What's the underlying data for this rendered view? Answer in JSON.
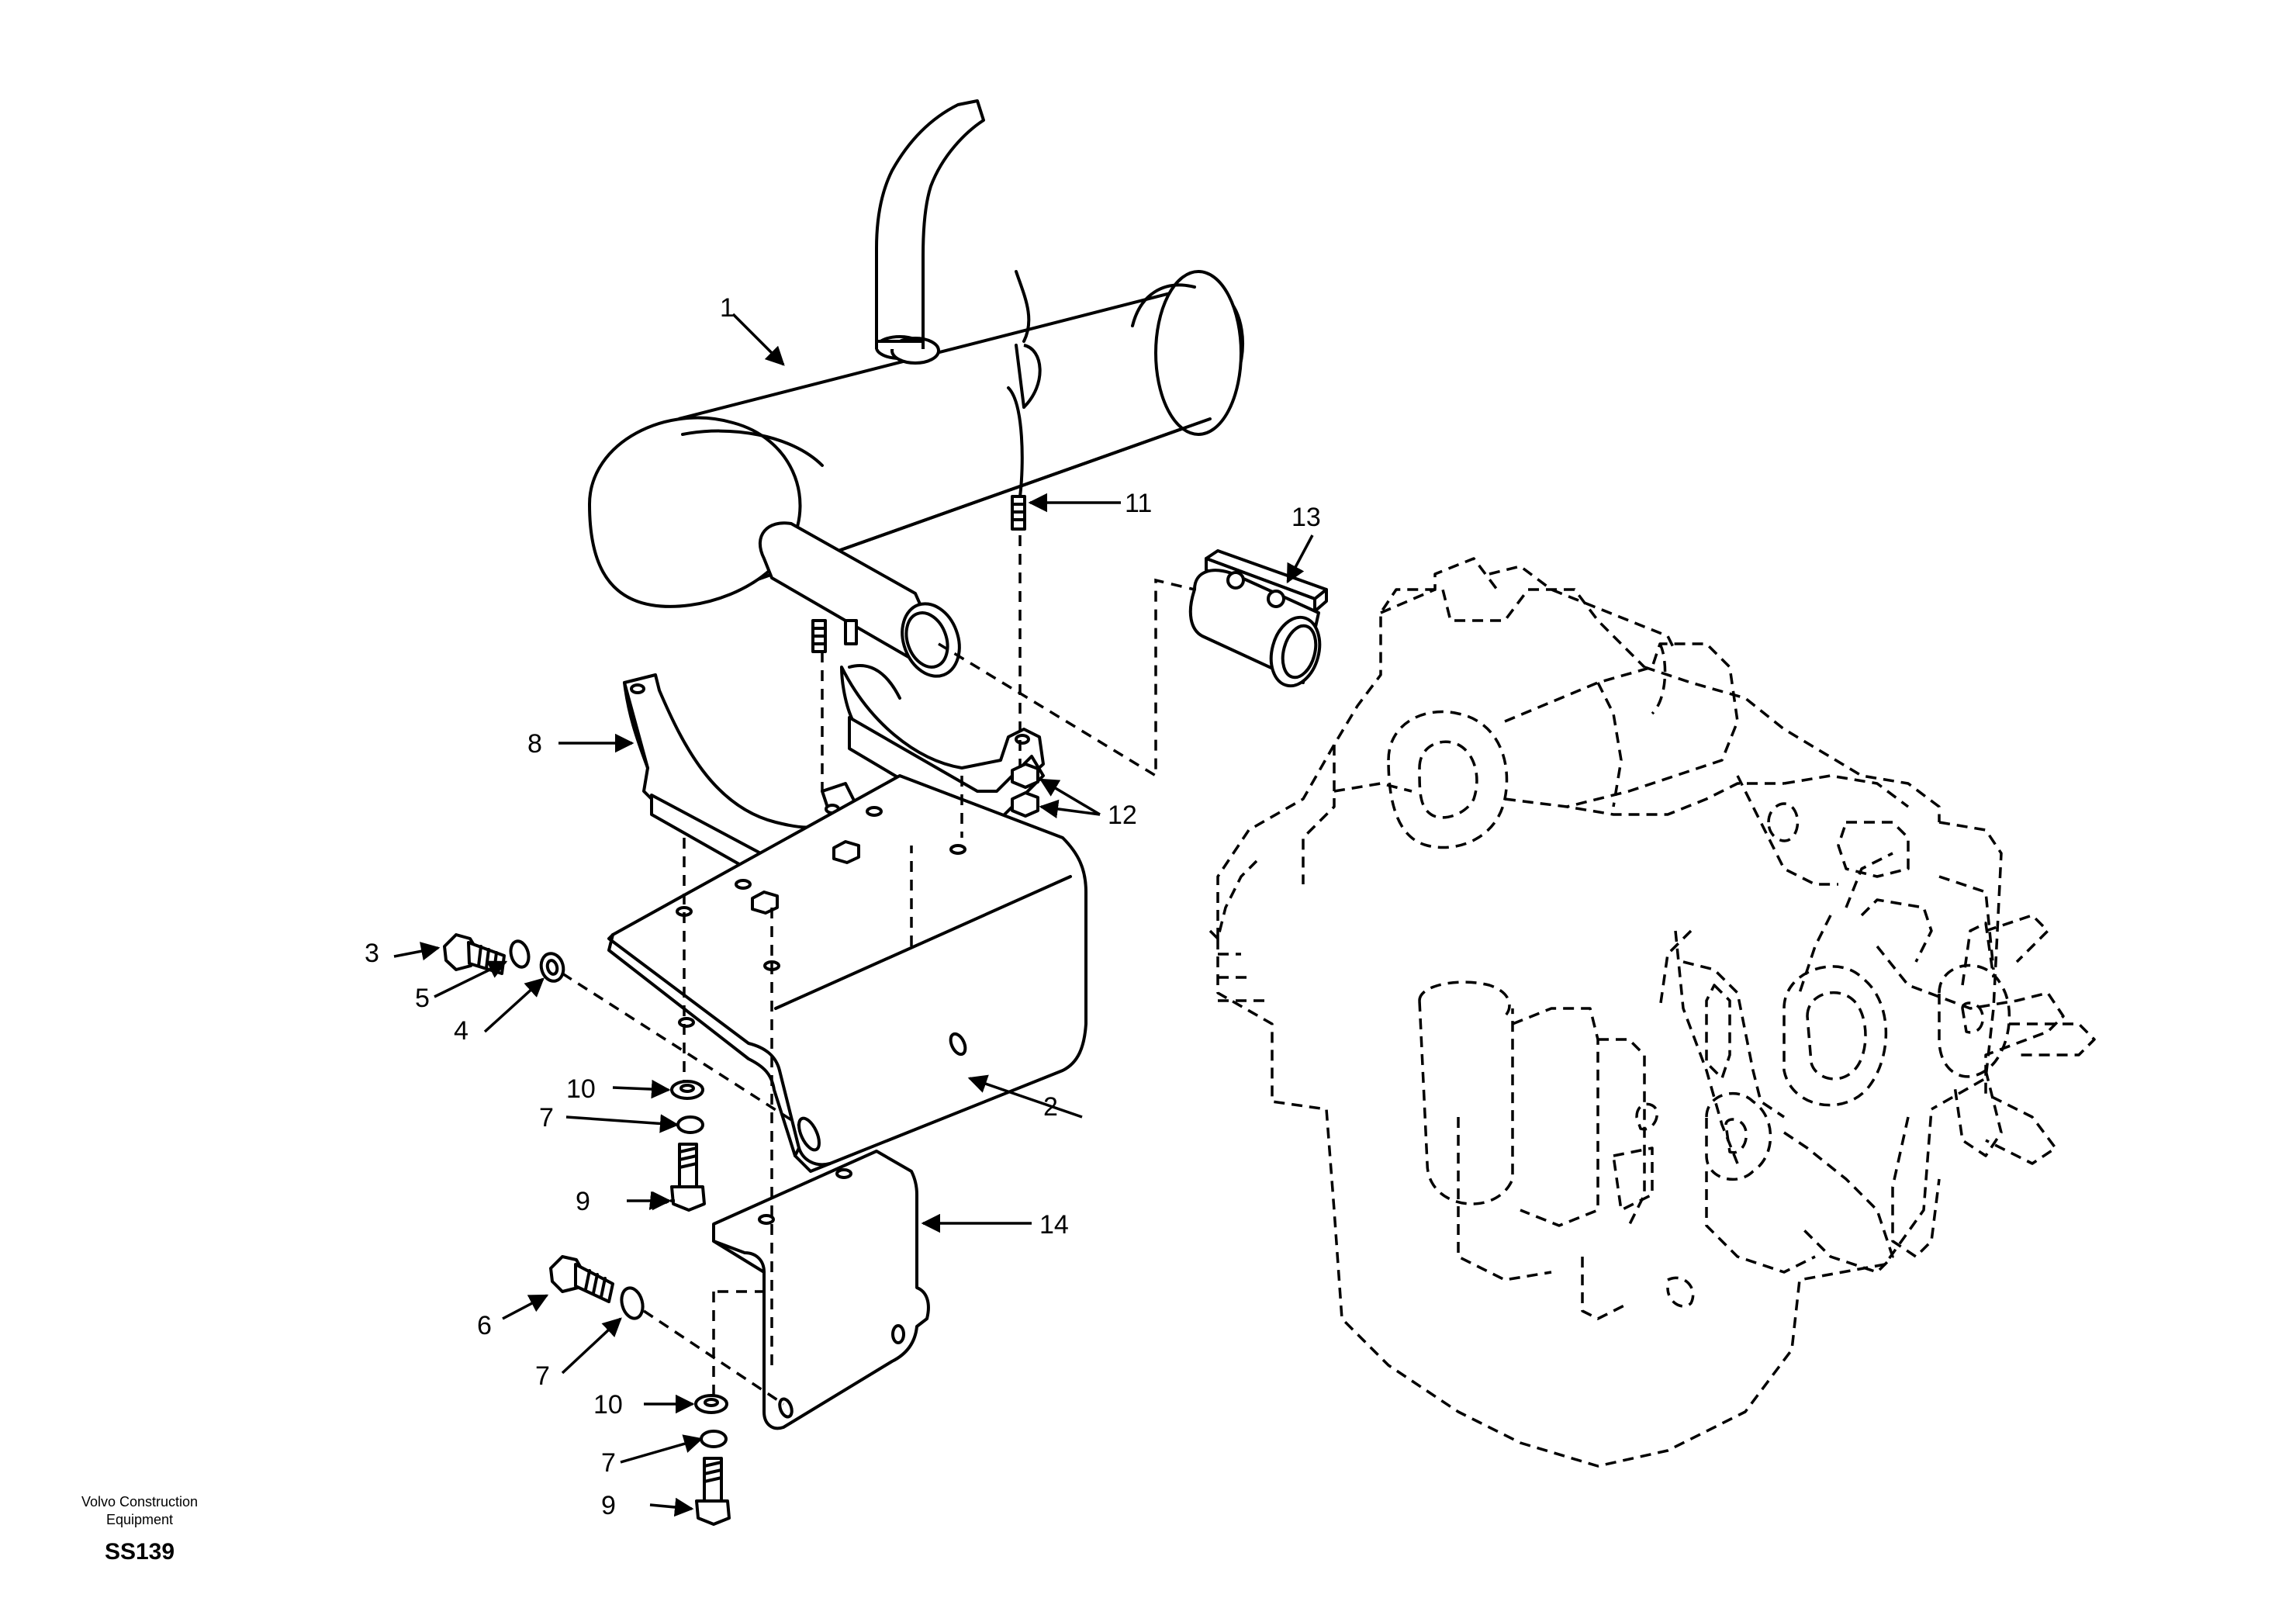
{
  "callouts": {
    "c1": "1",
    "c2": "2",
    "c3": "3",
    "c4": "4",
    "c5": "5",
    "c6": "6",
    "c7a": "7",
    "c7b": "7",
    "c7c": "7",
    "c8": "8",
    "c9a": "9",
    "c9b": "9",
    "c10a": "10",
    "c10b": "10",
    "c11": "11",
    "c12": "12",
    "c13": "13",
    "c14": "14"
  },
  "footer": {
    "company_line1": "Volvo Construction",
    "company_line2": "Equipment",
    "code": "SS139"
  }
}
